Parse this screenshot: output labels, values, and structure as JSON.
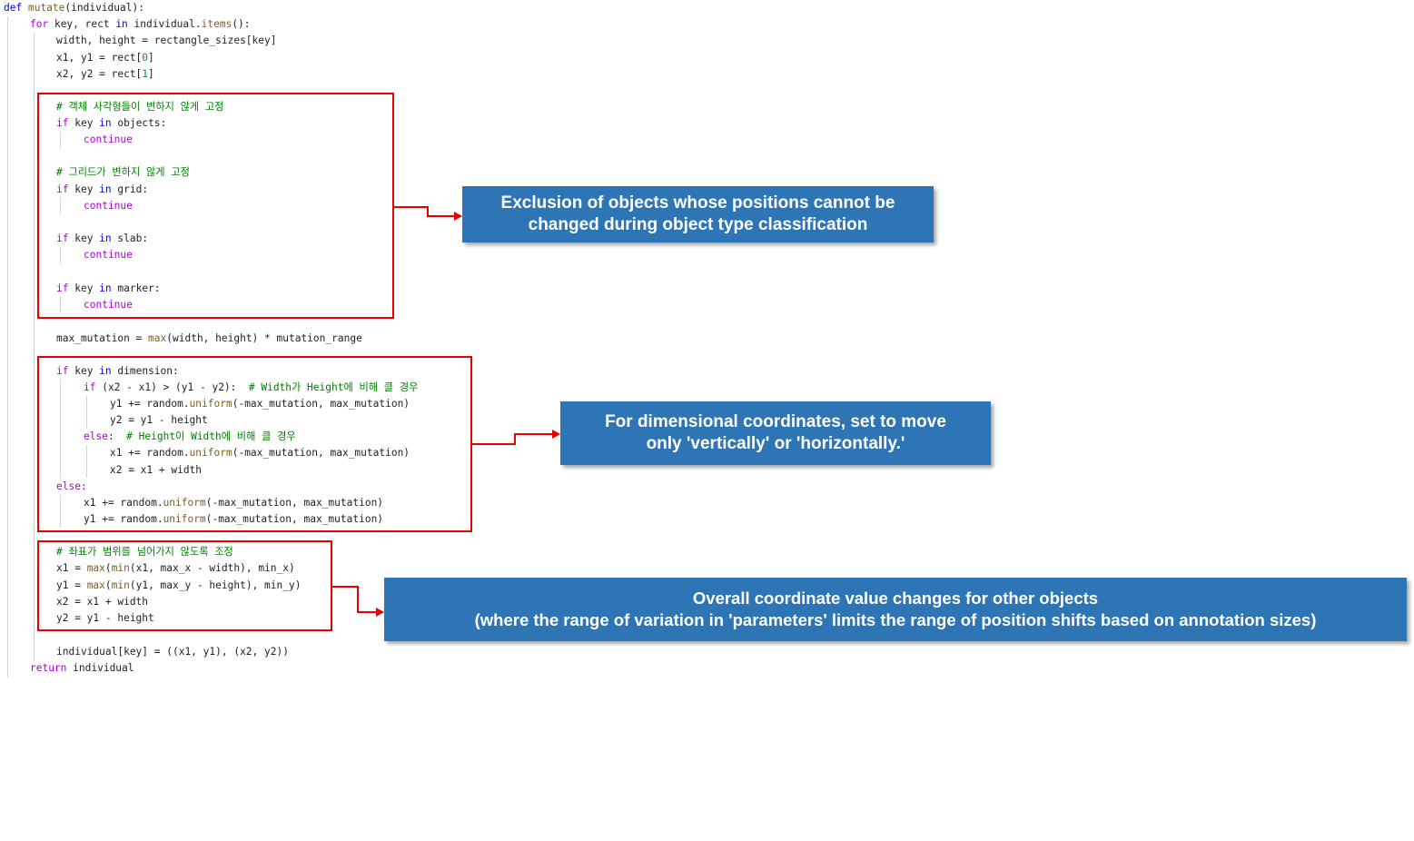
{
  "code": {
    "lines": [
      "def mutate(individual):",
      "for key, rect in individual.items():",
      "width, height = rectangle_sizes[key]",
      "x1, y1 = rect[0]",
      "x2, y2 = rect[1]",
      "# 객체 사각형들이 변하지 않게 고정",
      "if key in objects:",
      "continue",
      "# 그리드가 변하지 않게 고정",
      "if key in grid:",
      "continue",
      "if key in slab:",
      "continue",
      "if key in marker:",
      "continue",
      "max_mutation = max(width, height) * mutation_range",
      "if key in dimension:",
      "if (x2 - x1) > (y1 - y2):  # Width가 Height에 비해 클 경우",
      "y1 += random.uniform(-max_mutation, max_mutation)",
      "y2 = y1 - height",
      "else:  # Height이 Width에 비해 클 경우",
      "x1 += random.uniform(-max_mutation, max_mutation)",
      "x2 = x1 + width",
      "else:",
      "x1 += random.uniform(-max_mutation, max_mutation)",
      "y1 += random.uniform(-max_mutation, max_mutation)",
      "# 좌표가 범위를 넘어가지 않도록 조정",
      "x1 = max(min(x1, max_x - width), min_x)",
      "y1 = max(min(y1, max_y - height), min_y)",
      "x2 = x1 + width",
      "y2 = y1 - height",
      "individual[key] = ((x1, y1), (x2, y2))",
      "return individual"
    ]
  },
  "callouts": {
    "exclusion": {
      "line1": "Exclusion of objects whose positions cannot be",
      "line2": "changed during object type classification"
    },
    "dimension": {
      "line1": "For dimensional coordinates, set to move",
      "line2": "only 'vertically' or 'horizontally.'"
    },
    "overall": {
      "line1": "Overall coordinate value changes for other objects",
      "line2": "(where the range of variation in 'parameters' limits the range of position shifts based on annotation sizes)"
    }
  },
  "colors": {
    "highlight_box": "#e60000",
    "callout_bg": "#2e75b6",
    "callout_text": "#ffffff",
    "keyword": "#0000ff",
    "control": "#af00db",
    "function": "#795e26",
    "number": "#098658",
    "comment": "#008000"
  }
}
